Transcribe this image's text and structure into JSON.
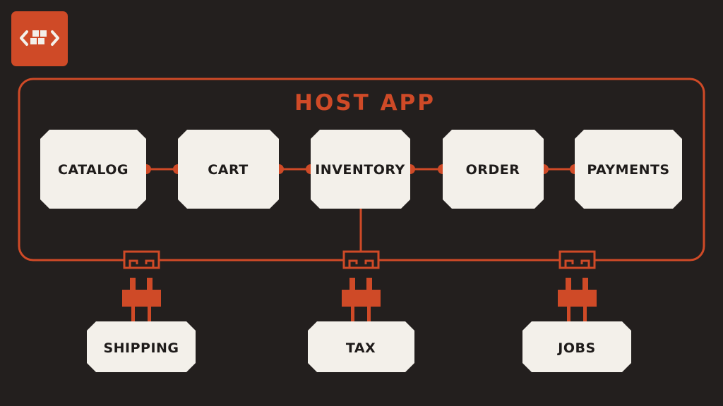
{
  "colors": {
    "background": "#231f1e",
    "accent": "#cf4a27",
    "node_fill": "#f3f0ea",
    "node_text": "#1e1b1a"
  },
  "logo": {
    "icon": "code-brackets-with-blocks-icon"
  },
  "host": {
    "title": "HOST APP"
  },
  "modules": [
    {
      "label": "CATALOG"
    },
    {
      "label": "CART"
    },
    {
      "label": "INVENTORY"
    },
    {
      "label": "ORDER"
    },
    {
      "label": "PAYMENTS"
    }
  ],
  "plugins": [
    {
      "label": "SHIPPING",
      "icon": "plug-icon"
    },
    {
      "label": "TAX",
      "icon": "plug-icon"
    },
    {
      "label": "JOBS",
      "icon": "plug-icon"
    }
  ]
}
